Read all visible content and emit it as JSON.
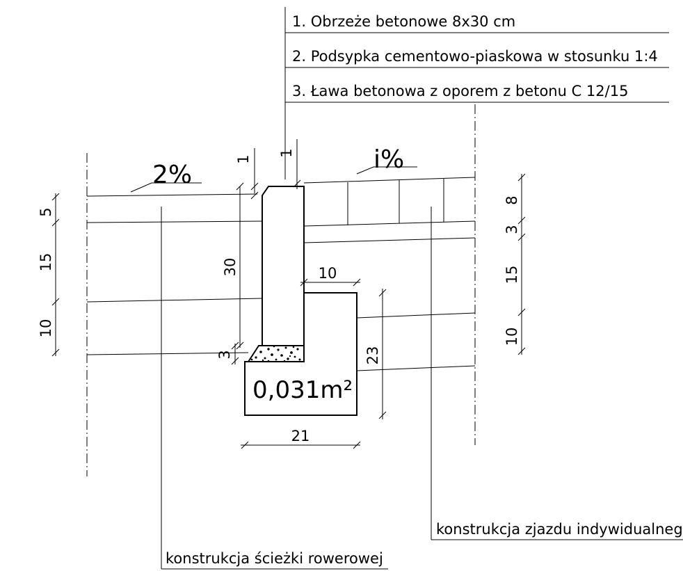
{
  "legend": {
    "item1": "1. Obrzeże betonowe 8x30 cm",
    "item2": "2. Podsypka cementowo-piaskowa w stosunku 1:4",
    "item3": "3. Ława betonowa z oporem z betonu C 12/15"
  },
  "slopes": {
    "left": "2%",
    "right": "i%"
  },
  "dimensions": {
    "left_5": "5",
    "left_15": "15",
    "left_10": "10",
    "top_1a": "1",
    "top_1b": "1",
    "curb_30": "30",
    "bed_3": "3",
    "heel_10": "10",
    "found_23": "23",
    "found_21": "21",
    "right_8": "8",
    "right_3": "3",
    "right_15": "15",
    "right_10": "10"
  },
  "area_label": "0,031m²",
  "labels": {
    "bike_path": "konstrukcja ścieżki rowerowej",
    "driveway": "konstrukcja zjazdu indywidualneg"
  }
}
